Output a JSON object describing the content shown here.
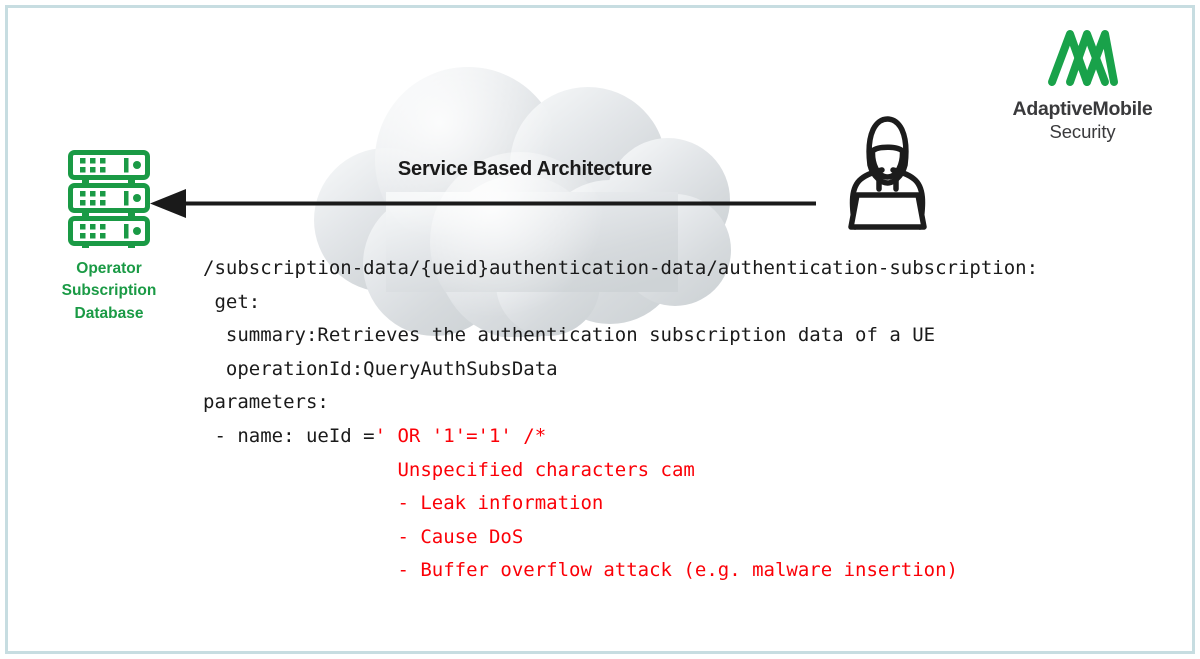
{
  "slide": {
    "border_color": "#c7dde1",
    "background": "#ffffff"
  },
  "cloud": {
    "title": "Service Based Architecture",
    "fill_light": "#f2f4f5",
    "fill_dark": "#cfd4d7"
  },
  "arrow": {
    "name": "attack-flow-arrow",
    "direction": "left",
    "color": "#1a1a1a"
  },
  "database": {
    "icon": "server-rack-icon",
    "color": "#1a9a45",
    "label_line1": "Operator",
    "label_line2": "Subscription",
    "label_line3": "Database"
  },
  "attacker": {
    "icon": "hacker-with-laptop-icon",
    "color": "#1c1c1c"
  },
  "logo": {
    "mark": "adaptivemobile-logo-icon",
    "mark_color": "#19a24a",
    "name": "AdaptiveMobile",
    "sub": "Security",
    "text_color": "#3a3a3c"
  },
  "code": {
    "colors": {
      "normal": "#1a1a1a",
      "highlight": "#fb0007"
    },
    "lines": [
      {
        "id": "path",
        "segments": [
          {
            "text": "/subscription-data/{ueid}authentication-data/authentication-subscription:",
            "color": "normal"
          }
        ]
      },
      {
        "id": "get",
        "segments": [
          {
            "text": " get:",
            "color": "normal"
          }
        ]
      },
      {
        "id": "summary",
        "segments": [
          {
            "text": "  summary:Retrieves the authentication subscription data of a UE",
            "color": "normal"
          }
        ]
      },
      {
        "id": "operation-id",
        "segments": [
          {
            "text": "  operationId:QueryAuthSubsData",
            "color": "normal"
          }
        ]
      },
      {
        "id": "parameters",
        "segments": [
          {
            "text": "parameters:",
            "color": "normal"
          }
        ]
      },
      {
        "id": "injection",
        "segments": [
          {
            "text": " - name: ueId =",
            "color": "normal"
          },
          {
            "text": "' OR '1'='1' /*",
            "color": "highlight"
          }
        ]
      },
      {
        "id": "consequence-intro",
        "segments": [
          {
            "text": "                 Unspecified characters cam",
            "color": "highlight"
          }
        ]
      },
      {
        "id": "consequence-1",
        "segments": [
          {
            "text": "                 - Leak information",
            "color": "highlight"
          }
        ]
      },
      {
        "id": "consequence-2",
        "segments": [
          {
            "text": "                 - Cause DoS",
            "color": "highlight"
          }
        ]
      },
      {
        "id": "consequence-3",
        "segments": [
          {
            "text": "                 - Buffer overflow attack (e.g. malware insertion)",
            "color": "highlight"
          }
        ]
      }
    ]
  }
}
